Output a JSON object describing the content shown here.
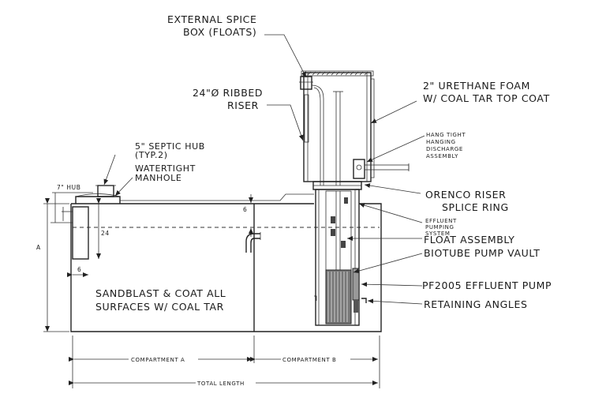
{
  "labels": {
    "external_splice_box": [
      "EXTERNAL SPICE",
      "BOX (FLOATS)"
    ],
    "ribbed_riser": [
      "24\"Ø RIBBED",
      "RISER"
    ],
    "urethane_foam": [
      "2\" URETHANE FOAM",
      "W/ COAL TAR TOP COAT"
    ],
    "hang_tight": [
      "HANG TIGHT",
      "HANGING",
      "DISCHARGE",
      "ASSEMBLY"
    ],
    "septic_hub": [
      "5\" SEPTIC HUB",
      "(TYP.2)"
    ],
    "watertight_manhole": [
      "WATERTIGHT",
      "MANHOLE"
    ],
    "riser_splice_ring": [
      "ORENCO RISER",
      "SPLICE RING"
    ],
    "effluent_pumping": [
      "EFFLUENT",
      "PUMPING",
      "SYSTEM"
    ],
    "float_assembly": "FLOAT ASSEMBLY",
    "biotube_vault": "BIOTUBE PUMP VAULT",
    "effluent_pump": "PF2005 EFFLUENT PUMP",
    "retaining_angles": "RETAINING ANGLES",
    "sandblast_note": [
      "SANDBLAST & COAT ALL",
      "SURFACES W/ COAL TAR"
    ]
  },
  "dimensions": {
    "hub": "7\" HUB",
    "six_top": "6",
    "twenty_four": "24",
    "six_left": "6",
    "height": "A",
    "compartment_a": "COMPARTMENT A",
    "compartment_b": "COMPARTMENT B",
    "total_length": "TOTAL LENGTH"
  }
}
